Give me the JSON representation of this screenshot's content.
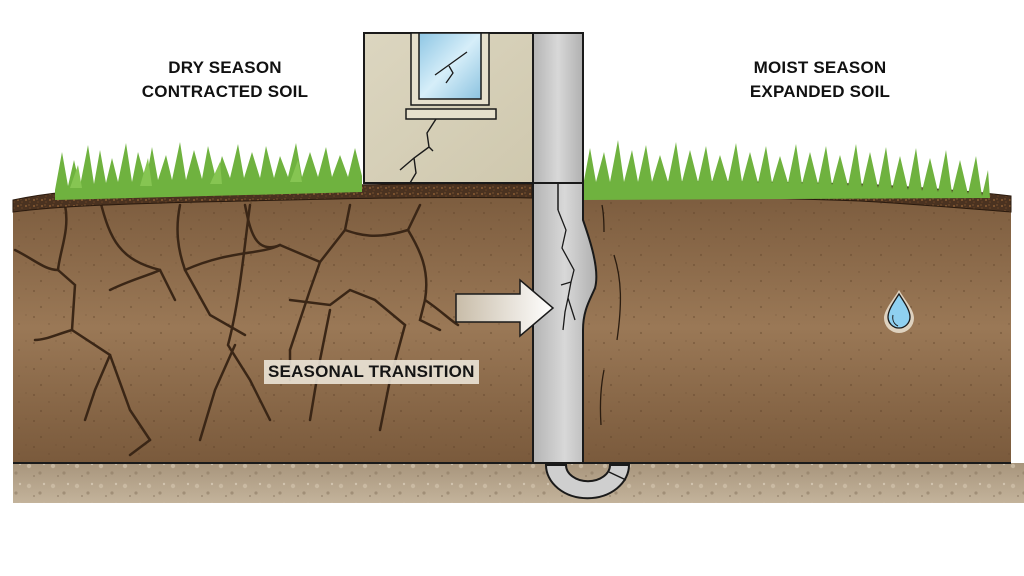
{
  "diagram": {
    "title_left": {
      "line1": "DRY SEASON",
      "line2": "CONTRACTED SOIL"
    },
    "title_right": {
      "line1": "MOIST SEASON",
      "line2": "EXPANDED SOIL"
    },
    "center_label": "SEASONAL TRANSITION",
    "icons": {
      "arrow": "right-arrow-icon",
      "water_drop": "water-drop-icon"
    },
    "colors": {
      "soil": "#8a6a4a",
      "soil_light": "#a2805c",
      "topsoil": "#4a3220",
      "gravel": "#b8a58c",
      "grass": "#6fb23f",
      "wall": "#d9d3bd",
      "pier": "#c7c7c7",
      "window_glass": "#9fd0ea",
      "water": "#8fd0f0"
    },
    "elements": [
      "house-wall",
      "window",
      "wall-crack",
      "foundation-pier",
      "pier-crack",
      "pier-footing",
      "dry-cracked-soil",
      "moist-expanded-soil",
      "gravel-substrate",
      "grass-left",
      "grass-right"
    ]
  }
}
